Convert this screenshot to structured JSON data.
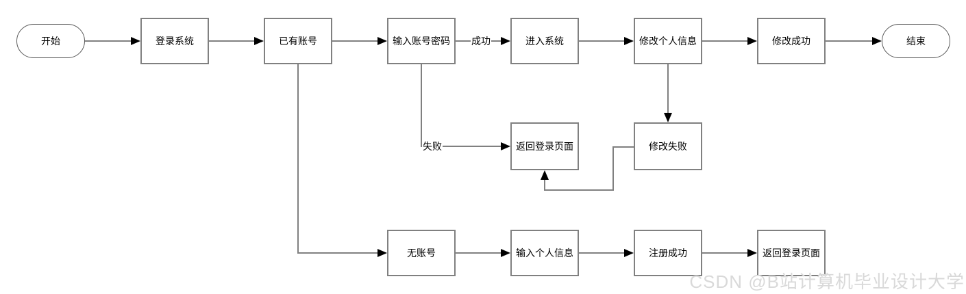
{
  "diagram": {
    "type": "flowchart",
    "background": "#ffffff",
    "colors": {
      "node_border": "#808080",
      "terminator_border": "#595959",
      "line": "#808080",
      "arrowhead": "#000000",
      "text": "#000000",
      "watermark": "#d9d9d9"
    },
    "watermark": "CSDN @B站计算机毕业设计大学",
    "nodes": [
      {
        "id": "start",
        "type": "terminator",
        "label": "开始"
      },
      {
        "id": "login-system",
        "type": "process",
        "label": "登录系统"
      },
      {
        "id": "has-account",
        "type": "process",
        "label": "已有账号"
      },
      {
        "id": "enter-credentials",
        "type": "process",
        "label": "输入账号密码"
      },
      {
        "id": "enter-system",
        "type": "process",
        "label": "进入系统"
      },
      {
        "id": "modify-info",
        "type": "process",
        "label": "修改个人信息"
      },
      {
        "id": "modify-success",
        "type": "process",
        "label": "修改成功"
      },
      {
        "id": "end",
        "type": "terminator",
        "label": "结束"
      },
      {
        "id": "return-login-mid",
        "type": "process",
        "label": "返回登录页面"
      },
      {
        "id": "modify-fail",
        "type": "process",
        "label": "修改失败"
      },
      {
        "id": "no-account",
        "type": "process",
        "label": "无账号"
      },
      {
        "id": "enter-personal",
        "type": "process",
        "label": "输入个人信息"
      },
      {
        "id": "register-success",
        "type": "process",
        "label": "注册成功"
      },
      {
        "id": "return-login-bot",
        "type": "process",
        "label": "返回登录页面"
      }
    ],
    "edges": [
      {
        "from": "start",
        "to": "login-system",
        "label": ""
      },
      {
        "from": "login-system",
        "to": "has-account",
        "label": ""
      },
      {
        "from": "has-account",
        "to": "enter-credentials",
        "label": ""
      },
      {
        "from": "enter-credentials",
        "to": "enter-system",
        "label": "成功"
      },
      {
        "from": "enter-system",
        "to": "modify-info",
        "label": ""
      },
      {
        "from": "modify-info",
        "to": "modify-success",
        "label": ""
      },
      {
        "from": "modify-success",
        "to": "end",
        "label": ""
      },
      {
        "from": "enter-credentials",
        "to": "return-login-mid",
        "label": "失败"
      },
      {
        "from": "modify-info",
        "to": "modify-fail",
        "label": ""
      },
      {
        "from": "modify-fail",
        "to": "return-login-mid",
        "label": ""
      },
      {
        "from": "has-account",
        "to": "no-account",
        "label": ""
      },
      {
        "from": "no-account",
        "to": "enter-personal",
        "label": ""
      },
      {
        "from": "enter-personal",
        "to": "register-success",
        "label": ""
      },
      {
        "from": "register-success",
        "to": "return-login-bot",
        "label": ""
      }
    ]
  }
}
